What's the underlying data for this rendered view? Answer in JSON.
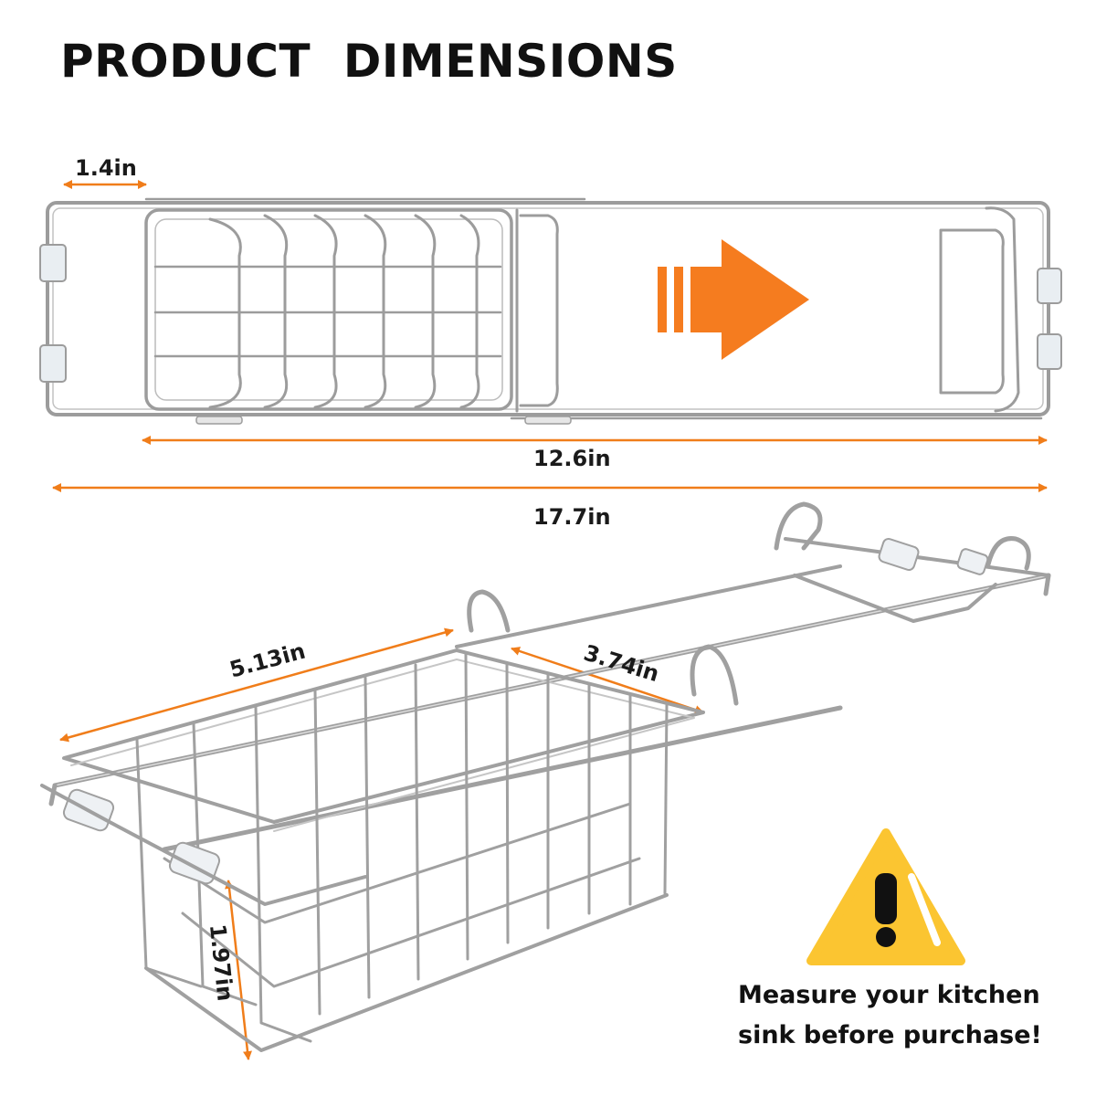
{
  "title": "PRODUCT  DIMENSIONS",
  "dimensions": {
    "handle_width": "1.4in",
    "closed_length": "12.6in",
    "extended_length": "17.7in",
    "basket_length": "5.13in",
    "basket_width": "3.74in",
    "basket_depth": "1.97in"
  },
  "warning": {
    "line1": "Measure your kitchen",
    "line2": "sink before purchase!"
  },
  "colors": {
    "dimension_line": "#f07d1a",
    "arrow": "#f57c1f",
    "warning_triangle": "#fbc531",
    "wire": "#9a9a9a"
  },
  "icons": {
    "extend": "right-arrow-icon",
    "warning": "warning-triangle-icon"
  }
}
